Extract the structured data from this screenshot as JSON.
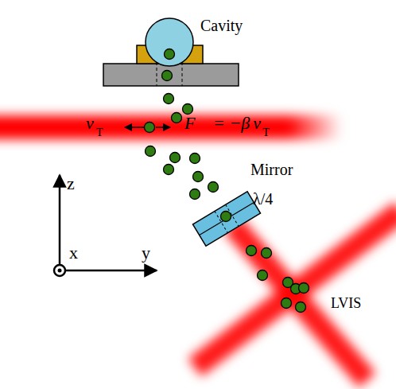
{
  "diagram": {
    "nodes": [
      {
        "text": [
          "Cavity"
        ]
      },
      {
        "text": [
          "Mirror",
          "λ/4"
        ]
      }
    ],
    "labels": [
      "v⃗",
      "T",
      "F⃗ = −β",
      "v⃗",
      "T",
      "z",
      "y",
      "x",
      "LVIS"
    ]
  }
}
